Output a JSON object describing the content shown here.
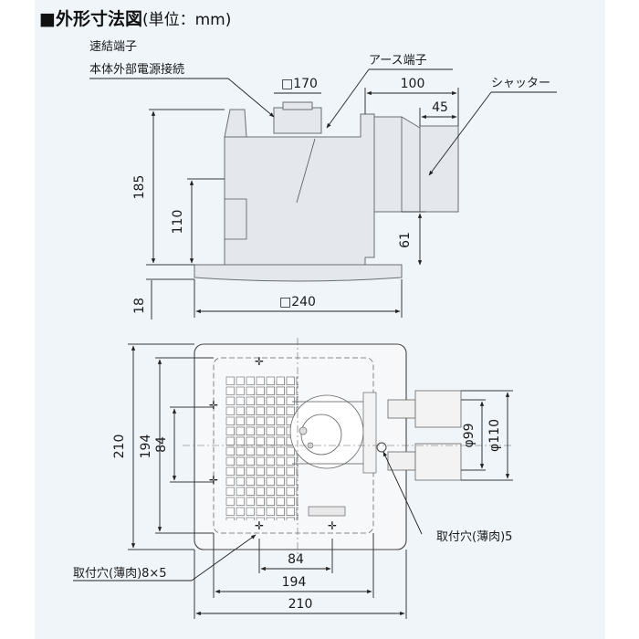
{
  "heading": {
    "title": "■外形寸法図",
    "unit": "(単位：mm)"
  },
  "side_view": {
    "callouts": {
      "connector": "速結端子",
      "power": "本体外部電源接続",
      "earth": "アース端子",
      "shutter": "シャッター"
    },
    "dims": {
      "top_square": "□170",
      "depth": "100",
      "shutter_len": "45",
      "height_total": "185",
      "height_mid": "110",
      "pipe_height": "61",
      "panel_thickness": "18",
      "panel_width": "□240"
    }
  },
  "bottom_view": {
    "dims": {
      "left_outer": "210",
      "left_inner": "194",
      "left_pitch": "84",
      "pipe_inner": "φ99",
      "pipe_outer": "φ110",
      "bottom_pitch": "84",
      "bottom_inner": "194",
      "bottom_outer": "210"
    },
    "callouts": {
      "side_hole": "取付穴(薄肉)5",
      "mount_holes": "取付穴(薄肉)8×5"
    }
  },
  "colors": {
    "background": "#f0f5f9",
    "outline": "#3a3a3a",
    "body_fill": "#e4e8ec"
  }
}
